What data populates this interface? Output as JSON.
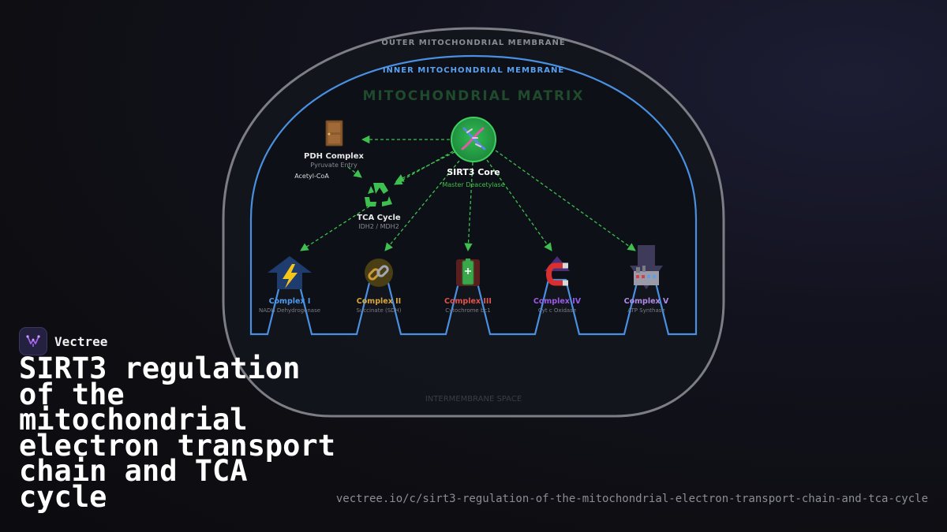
{
  "brand": {
    "name": "Vectree",
    "logo_icon": "vectree-logo-icon"
  },
  "title": "SIRT3 regulation of the mitochondrial electron transport chain and TCA cycle",
  "url": "vectree.io/c/sirt3-regulation-of-the-mitochondrial-electron-transport-chain-and-tca-cycle",
  "diagram": {
    "outer_membrane_label": "OUTER MITOCHONDRIAL MEMBRANE",
    "inner_membrane_label": "INNER MITOCHONDRIAL MEMBRANE",
    "matrix_label": "MITOCHONDRIAL MATRIX",
    "intermembrane_label": "INTERMEMBRANE SPACE",
    "sirt3": {
      "name": "SIRT3 Core",
      "subtitle": "Master Deacetylase",
      "icon": "dna-icon"
    },
    "pdh": {
      "name": "PDH Complex",
      "subtitle": "Pyruvate Entry",
      "icon": "door-icon",
      "product": "Acetyl-CoA"
    },
    "tca": {
      "name": "TCA Cycle",
      "subtitle": "IDH2 / MDH2",
      "icon": "recycle-icon"
    },
    "complexes": [
      {
        "name": "Complex I",
        "subtitle": "NADH Dehydrogenase",
        "icon": "lightning-icon",
        "color": "#4a9af0"
      },
      {
        "name": "Complex II",
        "subtitle": "Succinate (SDH)",
        "icon": "link-icon",
        "color": "#d9a63a"
      },
      {
        "name": "Complex III",
        "subtitle": "Cytochrome bc1",
        "icon": "battery-icon",
        "color": "#e0524a"
      },
      {
        "name": "Complex IV",
        "subtitle": "Cyt c Oxidase",
        "icon": "magnet-icon",
        "color": "#9a5ae8"
      },
      {
        "name": "Complex V",
        "subtitle": "ATP Synthase",
        "icon": "factory-icon",
        "color": "#b08ae8"
      }
    ],
    "colors": {
      "outer_membrane": "#7d7d86",
      "inner_membrane": "#4a90e2",
      "arrow": "#3fbf4f",
      "sirt3_fill": "#2aa84a"
    }
  }
}
